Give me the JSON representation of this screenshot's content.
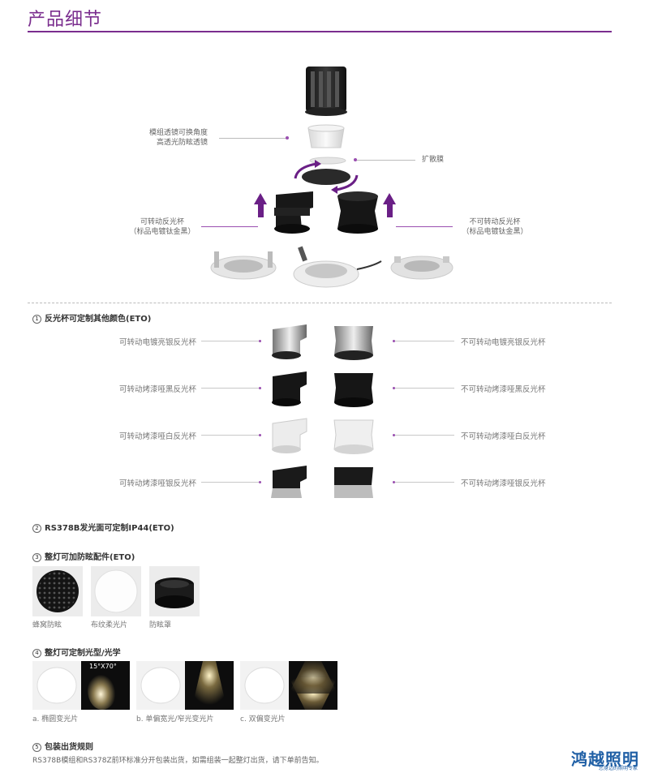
{
  "header": {
    "title": "产品细节"
  },
  "exploded": {
    "lens_label_1": "模组透镜可换角度",
    "lens_label_2": "高透光防眩透镜",
    "diffuser_label": "扩散膜",
    "rotatable_label_1": "可转动反光杯",
    "rotatable_label_2": "（标品电镀钛金黑）",
    "fixed_label_1": "不可转动反光杯",
    "fixed_label_2": "（标品电镀钛金黑）"
  },
  "section1": {
    "num": "1",
    "title": "反光杯可定制其他颜色(ETO)",
    "rows": [
      {
        "left": "可转动电镀亮银反光杯",
        "right": "不可转动电镀亮银反光杯",
        "finish": "silver"
      },
      {
        "left": "可转动烤漆哑黑反光杯",
        "right": "不可转动烤漆哑黑反光杯",
        "finish": "black"
      },
      {
        "left": "可转动烤漆哑白反光杯",
        "right": "不可转动烤漆哑白反光杯",
        "finish": "white"
      },
      {
        "left": "可转动烤漆哑银反光杯",
        "right": "不可转动烤漆哑银反光杯",
        "finish": "matte-silver"
      }
    ]
  },
  "section2": {
    "num": "2",
    "title": "RS378B发光面可定制IP44(ETO)"
  },
  "section3": {
    "num": "3",
    "title": "整灯可加防眩配件(ETO)",
    "items": [
      {
        "label": "蜂窝防眩"
      },
      {
        "label": "布纹柔光片"
      },
      {
        "label": "防眩罩"
      }
    ]
  },
  "section4": {
    "num": "4",
    "title": "整灯可定制光型/光学",
    "angle_label": "15°X70°",
    "items": [
      {
        "label": "a. 椭圆变光片"
      },
      {
        "label": "b. 单偏宽光/窄光变光片"
      },
      {
        "label": "c. 双偏变光片"
      }
    ]
  },
  "section5": {
    "num": "5",
    "title": "包装出货规则",
    "note": "RS378B模组和RS378Z前环标准分开包装出货，如需组装一起整灯出货，请下单前告知。"
  },
  "brand": {
    "name": "鸿越照明",
    "tagline": "您身边的照明专家"
  },
  "colors": {
    "accent": "#7a2d8e",
    "brand": "#1f5fa5"
  }
}
